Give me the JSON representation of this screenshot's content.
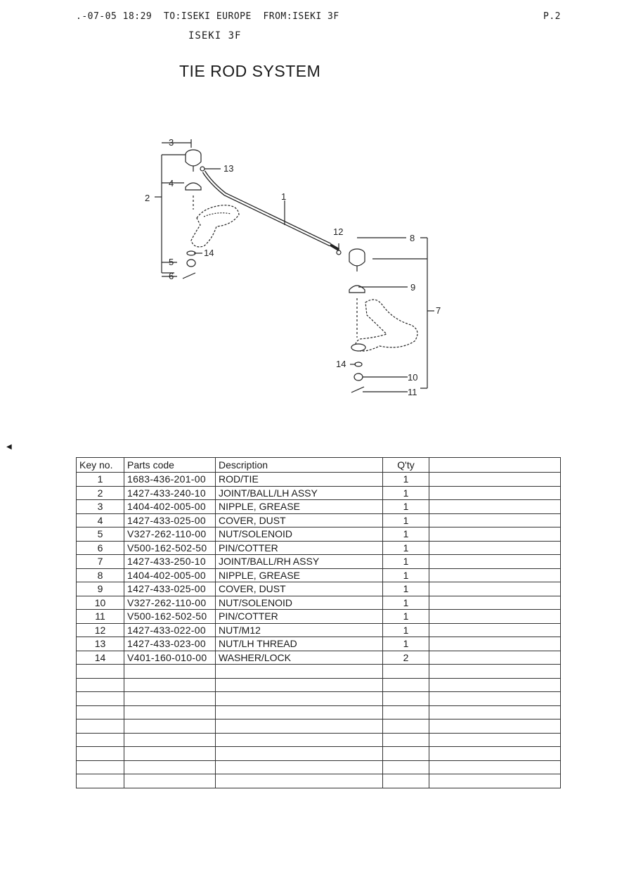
{
  "fax_header": {
    "left_text": ".-07-05 18:29  TO:ISEKI EUROPE  FROM:ISEKI 3F",
    "page": "P.2"
  },
  "sub_label": "ISEKI 3F",
  "title": "TIE ROD SYSTEM",
  "diagram": {
    "callouts": [
      "1",
      "2",
      "3",
      "4",
      "5",
      "6",
      "7",
      "8",
      "9",
      "10",
      "11",
      "12",
      "13",
      "14",
      "14"
    ]
  },
  "table": {
    "headers": {
      "key": "Key no.",
      "code": "Parts code",
      "description": "Description",
      "qty": "Q'ty"
    },
    "rows": [
      {
        "key": "1",
        "code": "1683-436-201-00",
        "description": "ROD/TIE",
        "qty": "1"
      },
      {
        "key": "2",
        "code": "1427-433-240-10",
        "description": "JOINT/BALL/LH ASSY",
        "qty": "1"
      },
      {
        "key": "3",
        "code": "1404-402-005-00",
        "description": "NIPPLE, GREASE",
        "qty": "1"
      },
      {
        "key": "4",
        "code": "1427-433-025-00",
        "description": "COVER, DUST",
        "qty": "1"
      },
      {
        "key": "5",
        "code": "V327-262-110-00",
        "description": "NUT/SOLENOID",
        "qty": "1"
      },
      {
        "key": "6",
        "code": "V500-162-502-50",
        "description": "PIN/COTTER",
        "qty": "1"
      },
      {
        "key": "7",
        "code": "1427-433-250-10",
        "description": "JOINT/BALL/RH ASSY",
        "qty": "1"
      },
      {
        "key": "8",
        "code": "1404-402-005-00",
        "description": "NIPPLE, GREASE",
        "qty": "1"
      },
      {
        "key": "9",
        "code": "1427-433-025-00",
        "description": "COVER, DUST",
        "qty": "1"
      },
      {
        "key": "10",
        "code": "V327-262-110-00",
        "description": "NUT/SOLENOID",
        "qty": "1"
      },
      {
        "key": "11",
        "code": "V500-162-502-50",
        "description": "PIN/COTTER",
        "qty": "1"
      },
      {
        "key": "12",
        "code": "1427-433-022-00",
        "description": "NUT/M12",
        "qty": "1"
      },
      {
        "key": "13",
        "code": "1427-433-023-00",
        "description": "NUT/LH THREAD",
        "qty": "1"
      },
      {
        "key": "14",
        "code": "V401-160-010-00",
        "description": "WASHER/LOCK",
        "qty": "2"
      }
    ]
  }
}
